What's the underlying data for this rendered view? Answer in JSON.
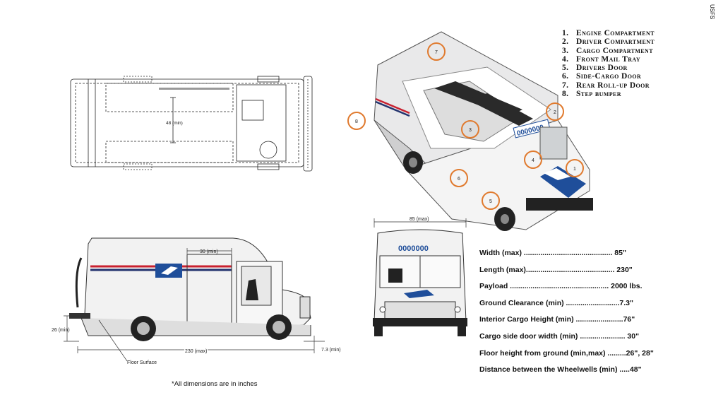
{
  "credit": "USFS",
  "legend": [
    {
      "num": "1.",
      "label": "Engine Compartment"
    },
    {
      "num": "2.",
      "label": "Driver Compartment"
    },
    {
      "num": "3.",
      "label": "Cargo Compartment"
    },
    {
      "num": "4.",
      "label": "Front Mail Tray"
    },
    {
      "num": "5.",
      "label": "Drivers Door"
    },
    {
      "num": "6.",
      "label": "Side-Cargo Door"
    },
    {
      "num": "7.",
      "label": "Rear Roll-up Door"
    },
    {
      "num": "8.",
      "label": "Step bumper"
    }
  ],
  "specs": [
    "Width (max) ........................................... 85\"",
    "Length (max)........................................... 230\"",
    "Payload ................................................ 2000 lbs.",
    "Ground Clearance (min) ..........................7.3\"",
    "Interior Cargo Height (min) .......................76\"",
    "Cargo side door width (min) ...................... 30\"",
    "Floor height from ground  (min,max) .........26\", 28\"",
    "Distance between the Wheelwells (min) .....48\""
  ],
  "dims": {
    "top_width": "48 (min)",
    "front_width": "85 (max)",
    "side_door": "30 (min)",
    "length": "230 (max)",
    "floor_height": "26 (min)",
    "ground_clearance": "7.3 (min)",
    "floor_surface": "Floor Surface"
  },
  "truck_number": "0000000",
  "callouts": [
    "1",
    "2",
    "3",
    "4",
    "5",
    "6",
    "7",
    "8"
  ],
  "note": "*All dimensions are in inches",
  "colors": {
    "callout": "#e07a2e",
    "stripe_red": "#c8202f",
    "stripe_blue": "#23336e",
    "logo_blue": "#1f4e9a"
  }
}
